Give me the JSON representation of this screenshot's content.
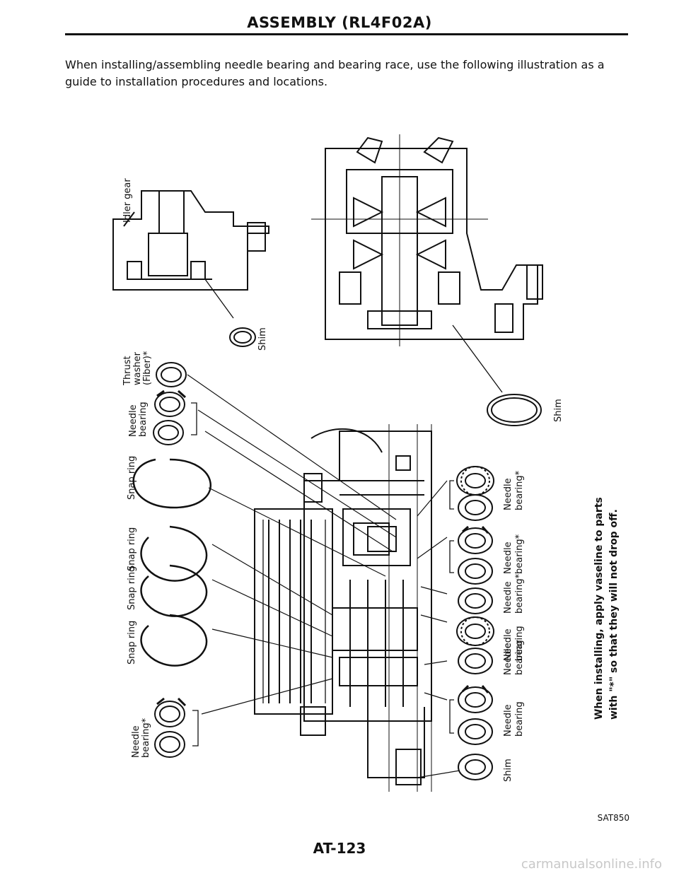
{
  "header": {
    "title": "ASSEMBLY (RL4F02A)"
  },
  "intro": "When installing/assembling needle bearing and bearing race, use the following illustration as a guide to installation procedures and locations.",
  "labels": {
    "idler_gear": "Idler gear",
    "shim": "Shim",
    "thrust_washer_1": "Thrust",
    "thrust_washer_2": "washer",
    "thrust_washer_3": "(Fiber)*",
    "needle": "Needle",
    "bearing": "bearing",
    "bearing_star": "bearing*",
    "snap_ring": "Snap ring"
  },
  "note": {
    "line1": "When installing, apply vaseline to parts",
    "line2": "with \"*\" so that they will not drop off."
  },
  "figure_code": "SAT850",
  "page_number": "AT-123",
  "watermark": "carmanualsonline.info"
}
